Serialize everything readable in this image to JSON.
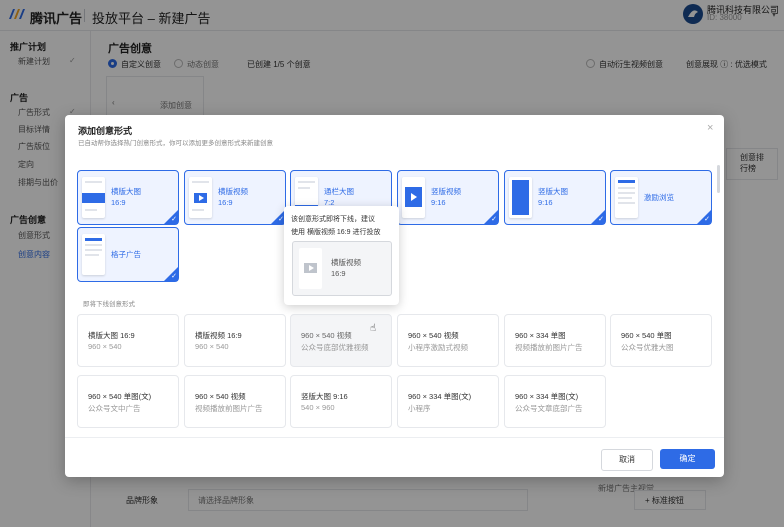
{
  "topbar": {
    "brand": "腾讯广告",
    "breadcrumb": "投放平台 – 新建广告",
    "company": "腾讯科技有限公司",
    "account_id": "ID: 38000"
  },
  "sidebar": {
    "groups": [
      {
        "title": "推广计划",
        "items": [
          "新建计划"
        ]
      },
      {
        "title": "广告",
        "items": [
          "广告形式",
          "目标详情",
          "广告版位",
          "定向",
          "排期与出价"
        ]
      },
      {
        "title": "广告创意",
        "items": [
          "创意形式",
          "创意内容"
        ]
      }
    ]
  },
  "background": {
    "title": "广告创意",
    "radio_custom": "自定义创意",
    "radio_dynamic": "动态创意",
    "created_count": "已创建 1/5 个创意",
    "auto_derive": "自动衍生视频创意",
    "display_mode": "创意展现 ⓘ : 优选模式",
    "add_creative": "添加创意",
    "brand_label": "品牌形象",
    "brand_placeholder": "请选择品牌形象",
    "right_label": "创意排行榜",
    "bottom_hint": "新增广告主视觉",
    "add_button": "+ 标准按钮"
  },
  "modal": {
    "title": "添加创意形式",
    "subtitle": "已自动帮你选择热门创意形式，你可以添加更多创意形式来新建创意",
    "close": "×",
    "selected_formats": [
      {
        "name": "横版大图",
        "size": "16:9",
        "thumb": "landscape-image"
      },
      {
        "name": "横版视频",
        "size": "16:9",
        "thumb": "landscape-video"
      },
      {
        "name": "通栏大图",
        "size": "7:2",
        "thumb": "banner-image"
      },
      {
        "name": "竖版视频",
        "size": "9:16",
        "thumb": "portrait-video"
      },
      {
        "name": "竖版大图",
        "size": "9:16",
        "thumb": "portrait-image"
      },
      {
        "name": "激励浏览",
        "size": "",
        "thumb": "incentive-browse"
      },
      {
        "name": "格子广告",
        "size": "",
        "thumb": "grid-ad"
      }
    ],
    "coming_soon_title": "即将下线创意形式",
    "coming_soon": [
      {
        "name": "横版大图 16:9",
        "desc": "960 × 540"
      },
      {
        "name": "横版视频  16:9",
        "desc": "960 × 540"
      },
      {
        "name": "960 × 540 视频",
        "desc": "公众号底部优雅视频"
      },
      {
        "name": "960 × 540 视频",
        "desc": "小程序激励式视频"
      },
      {
        "name": "960 × 334 单图",
        "desc": "视频播放前图片广告"
      },
      {
        "name": "960 × 540 单图",
        "desc": "公众号优雅大图"
      },
      {
        "name": "960 × 540 单图(文)",
        "desc": "公众号文中广告"
      },
      {
        "name": "960 × 540 视频",
        "desc": "视频播放前图片广告"
      },
      {
        "name": "竖版大图 9:16",
        "desc": "540 × 960"
      },
      {
        "name": "960 × 334 单图(文)",
        "desc": "小程序"
      },
      {
        "name": "960 × 334 单图(文)",
        "desc": "公众号文章底部广告"
      }
    ],
    "cancel": "取消",
    "confirm": "确定"
  },
  "tooltip": {
    "line1": "该创意形式即将下线，建议",
    "line2": "使用 横版视频 16:9 进行投放",
    "card_name": "横版视频",
    "card_size": "16:9"
  },
  "colors": {
    "accent": "#2e6be6",
    "selected_bg": "#eef3ff"
  }
}
